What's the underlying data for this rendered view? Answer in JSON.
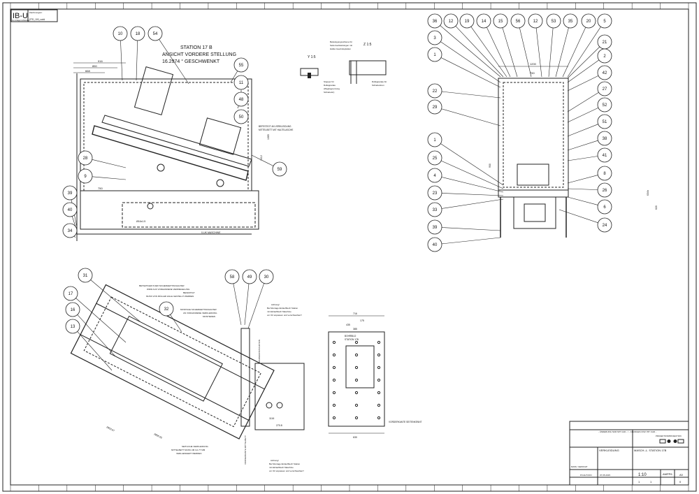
{
  "logo": {
    "text": "IB-U",
    "sub": "Ind. Anlagen & Montage",
    "drawing_label": "Zeichnungsnr.",
    "drawing_no": "STD_100_vorld"
  },
  "view_front": {
    "title": [
      "STATION 17 B",
      "ANSICHT VORDERE STELLUNG",
      "16.2974 ° GESCHWENKT"
    ],
    "note_fixed": [
      "BEFESTIGT AN VERKLEIDUNG",
      "MITTELBETT MIT HALTELASCHE"
    ],
    "baseline": "0-UK MASCHINE",
    "dims": [
      "916",
      "850",
      "668",
      "750",
      "Ø16x1.5",
      "1412",
      "1065"
    ],
    "balloons": [
      "10",
      "18",
      "54",
      "55",
      "11",
      "48",
      "50",
      "59",
      "28",
      "9",
      "39",
      "40",
      "34"
    ]
  },
  "detail_y": {
    "title": "Y 1:5",
    "note": [
      "Stopper für",
      "Rollapparate",
      "(Wegbegrenzung",
      "Schiebetür)"
    ]
  },
  "detail_z": {
    "title": "Z 1:5",
    "note_top": [
      "Befestigungsschiene für",
      "Seitenverkleidungen mit",
      "Hafter-Gewindeplatten"
    ],
    "note_bottom": [
      "Rollapparate für",
      "Schiebetüren"
    ]
  },
  "view_side": {
    "dims": [
      "1200",
      "750",
      "900",
      "620",
      "634h"
    ],
    "balloons_top": [
      "36",
      "12",
      "19",
      "14",
      "15",
      "56",
      "12",
      "53",
      "35",
      "20",
      "5"
    ],
    "balloons_left": [
      "3",
      "1",
      "22",
      "29",
      "1",
      "25",
      "4",
      "23",
      "33",
      "39",
      "40"
    ],
    "balloons_right": [
      "21",
      "2",
      "42",
      "27",
      "52",
      "51",
      "38",
      "41",
      "8",
      "26",
      "6",
      "24"
    ]
  },
  "view_top": {
    "note_switch": [
      "BETAETIGER FUER SICHERHEITSSCHALTER",
      "WIRD AUF VORHANDENE VERRIEGELUNG",
      "BEFESTIGT",
      "MUSS VON MÜLLER HILLE GESTELLT WERDEN"
    ],
    "note_mount": [
      "MONTAGE SICHERHEITSSCHALTER",
      "AN VORHANDENE VERKLEIDUNG",
      "MONTIEREN"
    ],
    "note_attention1": [
      "Achtung!",
      "Bei Montage Einlaufblech Station",
      "mit Einlaufblech Maschine",
      "vor Ort anpassen und verschweißen!!"
    ],
    "note_attention2": [
      "Achtung!",
      "Bei Montage Einlaufblech Station",
      "mit Einlaufblech Maschine",
      "vor Ort anpassen und verschweißen!!"
    ],
    "note_side": [
      "SEITLICHE VERKLEIDUNG",
      "MITTELBETT MUSS UM CA.77 MM",
      "VERLAENGERT WERDEN"
    ],
    "label_clamp": "SPANNKONSTRUKTION",
    "label_edge": "VORDERKANTE MITTELBETT",
    "dims": [
      "2953.67",
      "2856.55",
      "1116",
      "270.8"
    ],
    "balloons": [
      "31",
      "17",
      "16",
      "13",
      "32",
      "58",
      "49",
      "30"
    ]
  },
  "hole_pattern": {
    "title": [
      "BOHRBILD",
      "STATION 17B"
    ],
    "label_edge": "VORDERKANTE SEITENKENNT",
    "dims": [
      "716",
      "435",
      "175",
      "385",
      "630"
    ]
  },
  "title_block": {
    "cad_notice": "- ÄNDERUNG NUR MIT CAD - / - CHANGES ONLY BY CAD -",
    "projection": "PROJEKTION/PROJECTION",
    "designation": "VERKLEIDUNG",
    "assembly": "MASCH.-L. STATION 17B",
    "scale": "1:10",
    "format": "A0",
    "sheet": "1",
    "sheets": "1",
    "drawn_by": "P.KALTOON",
    "date": "07.05.2015",
    "drawing_no": "AMPP6",
    "rev": "0",
    "weight_label": "MASS / GEWICHT"
  }
}
